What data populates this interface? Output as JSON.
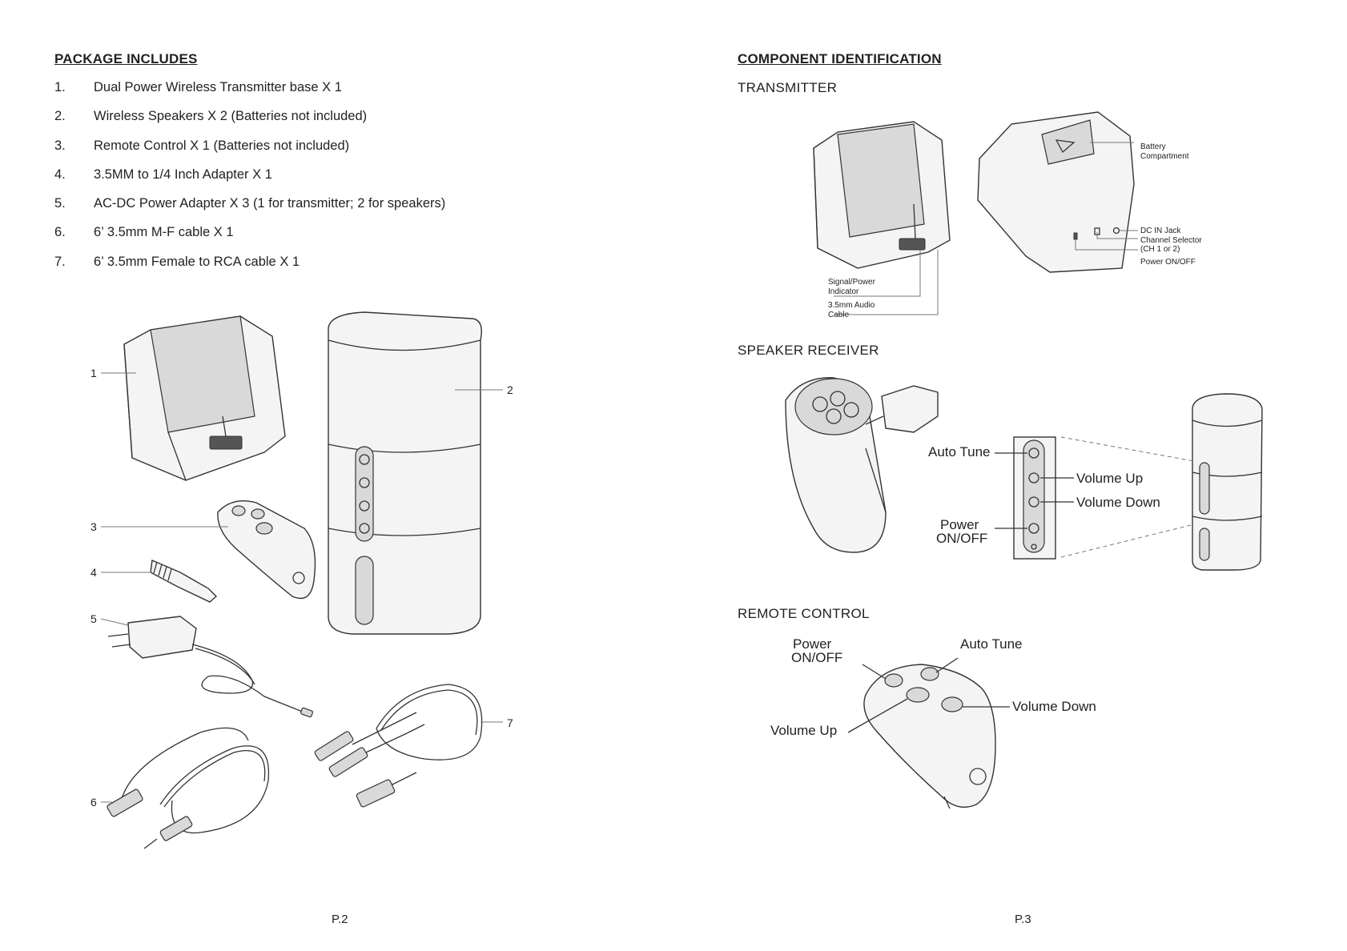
{
  "left_page": {
    "heading": "PACKAGE INCLUDES",
    "items": [
      {
        "num": "1.",
        "text": "Dual Power Wireless Transmitter base X 1"
      },
      {
        "num": "2.",
        "text": "Wireless Speakers X 2 (Batteries not included)"
      },
      {
        "num": "3.",
        "text": "Remote Control X 1 (Batteries not included)"
      },
      {
        "num": "4.",
        "text": "3.5MM to 1/4 Inch Adapter X 1"
      },
      {
        "num": "5.",
        "text": "AC-DC Power Adapter X 3 (1 for transmitter; 2 for speakers)"
      },
      {
        "num": "6.",
        "text": "6’ 3.5mm M-F cable X 1"
      },
      {
        "num": "7.",
        "text": "6’ 3.5mm Female to RCA cable X 1"
      }
    ],
    "callouts": [
      "1",
      "2",
      "3",
      "4",
      "5",
      "6",
      "7"
    ],
    "page_number": "P.2"
  },
  "right_page": {
    "heading": "COMPONENT IDENTIFICATION",
    "transmitter": {
      "title": "TRANSMITTER",
      "labels": {
        "battery_1": "Battery",
        "battery_2": "Compartment",
        "dc_in": "DC IN Jack",
        "channel_1": "Channel Selector",
        "channel_2": "(CH 1 or 2)",
        "power": "Power ON/OFF",
        "signal_1": "Signal/Power",
        "signal_2": "Indicator",
        "audio_1": "3.5mm Audio",
        "audio_2": "Cable"
      }
    },
    "speaker_receiver": {
      "title": "SPEAKER RECEIVER",
      "labels": {
        "auto_tune": "Auto Tune",
        "volume_up": "Volume Up",
        "volume_down": "Volume Down",
        "power_1": "Power",
        "power_2": "ON/OFF"
      }
    },
    "remote_control": {
      "title": "REMOTE CONTROL",
      "labels": {
        "power_1": "Power",
        "power_2": "ON/OFF",
        "auto_tune": "Auto Tune",
        "volume_down": "Volume Down",
        "volume_up": "Volume Up"
      }
    },
    "page_number": "P.3"
  }
}
